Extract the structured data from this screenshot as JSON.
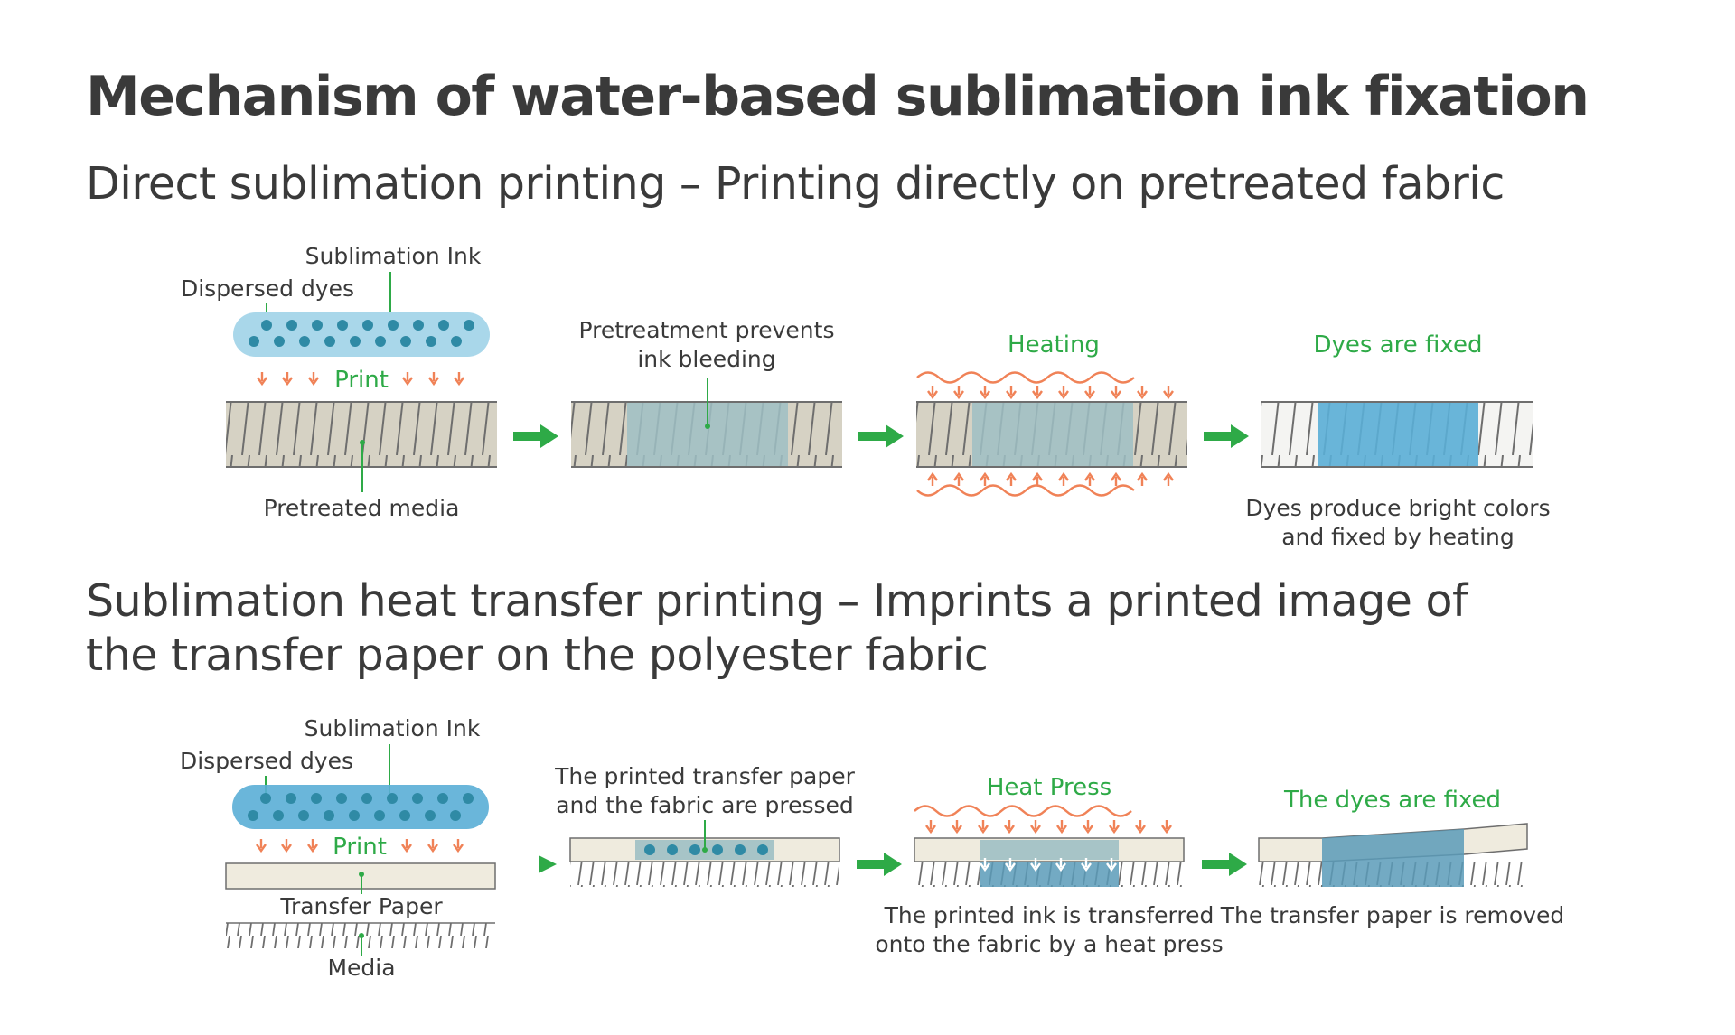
{
  "title": "Mechanism of water-based sublimation ink fixation",
  "section1": {
    "heading": "Direct sublimation printing – Printing directly on pretreated fabric",
    "step1": {
      "sublimation_ink": "Sublimation Ink",
      "dispersed_dyes": "Dispersed dyes",
      "print": "Print",
      "pretreated_media": "Pretreated media"
    },
    "step2": {
      "caption_line1": "Pretreatment prevents",
      "caption_line2": "ink bleeding"
    },
    "step3": {
      "heading": "Heating"
    },
    "step4": {
      "heading": "Dyes are fixed",
      "caption_line1": "Dyes produce bright colors",
      "caption_line2": "and fixed by heating"
    }
  },
  "section2": {
    "heading": "Sublimation heat transfer printing – Imprints a printed image of the transfer paper on the polyester fabric",
    "step1": {
      "sublimation_ink": "Sublimation Ink",
      "dispersed_dyes": "Dispersed dyes",
      "print": "Print",
      "transfer_paper": "Transfer Paper",
      "media": "Media"
    },
    "step2": {
      "caption_line1": "The printed transfer paper",
      "caption_line2": "and the fabric are pressed"
    },
    "step3": {
      "heading": "Heat Press",
      "caption_line1": "The printed ink is transferred",
      "caption_line2": "onto the fabric by a heat press"
    },
    "step4": {
      "heading": "The dyes are fixed",
      "caption": "The transfer paper is removed"
    }
  },
  "colors": {
    "text": "#3a3a3a",
    "green": "#2eaa47",
    "orange": "#f08257",
    "ink_light": "#a9d7ea",
    "dye_dot": "#2f8aa5",
    "fabric": "#d6d2c4",
    "paper": "#efebde",
    "fixed_blue": "#5aaed6"
  }
}
